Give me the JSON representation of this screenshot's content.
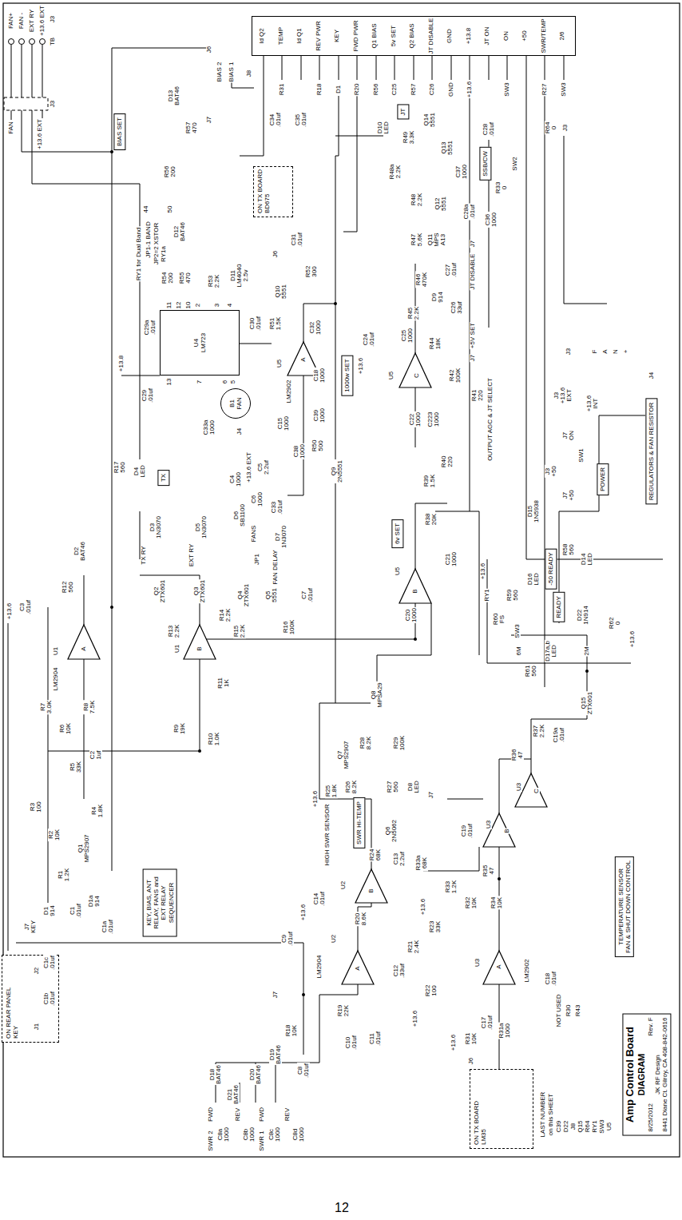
{
  "diagram": {
    "nodes": [
      {
        "text": [
          "Amp Control Board",
          "DIAGRAM",
          "8/25/2012",
          "Rev. F",
          "JK RF Design",
          "8441 Diane Ct. Gilroy, CA 408-842-0616"
        ]
      },
      {
        "text": [
          "Id Q2",
          "TEMP",
          "Id Q1",
          "REV PWR",
          "KEY",
          "FWD PWR",
          "Q1 BIAS",
          "5v SET",
          "Q2 BIAS",
          "JT DISABLE",
          "GND",
          "+13.8",
          "JT ON",
          "ON",
          "+50",
          "SWR/TEMP",
          "2/6"
        ]
      },
      {
        "text": [
          "BIAS SET"
        ]
      },
      {
        "text": [
          "ON TX BOARD",
          "BD675"
        ]
      },
      {
        "text": [
          "U4",
          "LM723"
        ]
      },
      {
        "text": [
          "B1",
          "FAN"
        ]
      },
      {
        "text": [
          "TX"
        ]
      },
      {
        "text": [
          "1000w SET"
        ]
      },
      {
        "text": [
          "6v SET"
        ]
      },
      {
        "text": [
          "JT"
        ]
      },
      {
        "text": [
          "SSB/CW"
        ]
      },
      {
        "text": [
          "SWR HI-TEMP"
        ]
      },
      {
        "text": [
          "-50 READY"
        ]
      },
      {
        "text": [
          "READY"
        ]
      },
      {
        "text": [
          "POWER"
        ]
      },
      {
        "text": [
          "KEY, BIAS, ANT RELAY, FANS and EXT RELAY SEQUENCER"
        ]
      },
      {
        "text": [
          "ON REAR PANEL",
          "KEY"
        ]
      },
      {
        "text": [
          "ON TX BOARD",
          "LM35"
        ]
      },
      {
        "text": [
          "TEMPERATURE SENSOR",
          "FAN & SHUT DOWN CONTROL"
        ]
      },
      {
        "text": [
          "REGULATORS & FAN RESISTOR"
        ]
      }
    ],
    "labels": [
      "FAN+",
      "FAN -",
      "EXT RY",
      "+13.6 EXT",
      "TB",
      "J3",
      "FAN",
      "+13.6 EXT",
      "J3",
      "D13 BAT46",
      "R57 470",
      "R56 200",
      "J7",
      "J6",
      "BIAS 2",
      "BIAS 1",
      "44",
      "50",
      "JP1-1 BAND",
      "JP2=2 XSTOR",
      "RY1a",
      "RY1 for Dual Band",
      "D12 BAT46",
      "R54 200",
      "R55 470",
      "C29a .01uf",
      "J8",
      "R31",
      "C34 .01uf",
      "C35 .01uf",
      "R18",
      "D1",
      "R20",
      "R56",
      "C25",
      "R57",
      "C26",
      "GND",
      "+13.6",
      "SW3",
      "R27",
      "SW3",
      "R64 0",
      "J3",
      "D10 LED",
      "R49 3.3K",
      "Q14 5551",
      "Q13 5551",
      "C28 .01uf",
      "R48a 2.2K",
      "R48 2.2K",
      "Q12 5551",
      "C37 1000",
      "R33 0",
      "SW2",
      "C28a .01uf",
      "C36 1000",
      "R47 5.6K",
      "Q11 MPS A13",
      "C27 .01uf",
      "R46 470K",
      "D9 914",
      "C26 33uf",
      "R45 2.2K",
      "JT DISABLE",
      "J7",
      "+5V SET",
      "J7",
      "C24 .01uf",
      "+13.6",
      "C25 1000",
      "R44 18K",
      "U5",
      "C",
      "R42 100K",
      "C22 1000",
      "C223 1000",
      "R41 220",
      "OUTPUT AGC & JT SELECT",
      "R40 220",
      "R39 1.5K",
      "R38 20K",
      "U5",
      "B",
      "C21 1000",
      "C20 1000",
      "11",
      "12",
      "10",
      "2",
      "3",
      "4",
      "13",
      "7",
      "6",
      "5",
      "+13.8",
      "C29 .01uf",
      "R53 2.2K",
      "D11 LM4040 2.5v",
      "C30 .01uf",
      "Q10 5551",
      "R51 1.5K",
      "R52 300",
      "C31 .01uf",
      "J6",
      "C32 1000",
      "U5",
      "A",
      "LM2902",
      "C18 1000",
      "C15 1000",
      "C38 1000",
      "C39 1000",
      "R50 500",
      "Q9 2N5551",
      "C33a 1000",
      "J4",
      "+13.6 EXT",
      "C4 1000",
      "C5 2.2uf",
      "C6 1000",
      "C33 .01uf",
      "D6 SB1100",
      "FANS",
      "D7 1N3070",
      "R17 560",
      "D4 LED",
      "JP1",
      "FAN DELAY",
      "TX RY",
      "D3 1N3070",
      "EXT RY",
      "D5 1N3070",
      "D2 BAT46",
      "Q2 ZTX601",
      "R13 2.2K",
      "Q3 ZTX601",
      "R14 2.2K",
      "Q4 ZTX601",
      "R15 2.2K",
      "Q5 5551",
      "R16 100K",
      "C7 .01uf",
      "+13.6",
      "C3 .01uf",
      "R12 560",
      "U1",
      "LM2904",
      "A",
      "U1",
      "B",
      "R11 1K",
      "R7 3.0K",
      "R8 7.5K",
      "R6 10K",
      "R9 19K",
      "R10 1.0K",
      "R5 33K",
      "C2 1uf",
      "R3 100",
      "R4 1.8K",
      "R2 10K",
      "Q1 MPS2907",
      "R1 1.2K",
      "D1 914",
      "C1 .01uf",
      "D1a 914",
      "C1a .01uf",
      "D18 BAT46",
      "D21 BAT46",
      "D20 BAT46",
      "D19 BAT46",
      "FWD",
      "SWR 2",
      "C8a 1000",
      "REV",
      "C8b 1000",
      "FWD",
      "SWR 1",
      "C8c 1000",
      "REV",
      "C8d 1000",
      "C8 .01uf",
      "R18 10K",
      "J7",
      "C9 .01uf",
      "J7 KEY",
      "J1",
      "J2",
      "C1b .01uf",
      "C1c .01uf",
      "U2",
      "LM2904",
      "A",
      "R19 22K",
      "C10 .01uf",
      "C11 .01uf",
      "R20 8.6K",
      "R21 2.4K",
      "C12 .33uf",
      "R22 100",
      "R23 33K",
      "+13.6",
      "+13.6",
      "C14 .01uf",
      "+13.6",
      "U2",
      "B",
      "R24 68K",
      "C13 2.2uf",
      "R33a 68K",
      "HIGH SWR SENSOR",
      "Q6 2N5062",
      "R25 1.8K",
      "R26 8.2K",
      "+13.6",
      "Q7 MPS2907",
      "R28 8.2K",
      "R29 100K",
      "Q8 MPSA29",
      "R27 560",
      "D8 LED",
      "J7",
      "U3",
      "B",
      "C19 .01uf",
      "R35 47",
      "R33 1.2K",
      "R32 10K",
      "R34 10K",
      "U3",
      "C",
      "R36 47",
      "R37 2.2K",
      "C19a .01uf",
      "Q15 ZTX601",
      "U3",
      "A",
      "LM2902",
      "C18 .01uf",
      "C17 .01uf",
      "R31 10K",
      "R31a 1000",
      "J6",
      "+13.6",
      "D15 1N5938",
      "R58 560",
      "D14 LED",
      "J3 +50",
      "J7 +50",
      "SW1",
      "J7 ON",
      "+13.6 INT",
      "J3 +13.6 EXT",
      "J3",
      "F",
      "A",
      "N",
      "+",
      "J4",
      "RY1",
      "R60 FS",
      "+13.6",
      "SW3",
      "R59 560",
      "D16 LED",
      "6M",
      "D17a,b LED",
      "2M",
      "R61 560",
      "D22 1N914",
      "R62 0",
      "+13.6",
      "NOT USED",
      "R30",
      "R43",
      "LAST NUMBER",
      "on this SHEET",
      "C39",
      "D22",
      "J8",
      "Q15",
      "R64",
      "RY1",
      "SW3",
      "U5",
      "12"
    ]
  }
}
